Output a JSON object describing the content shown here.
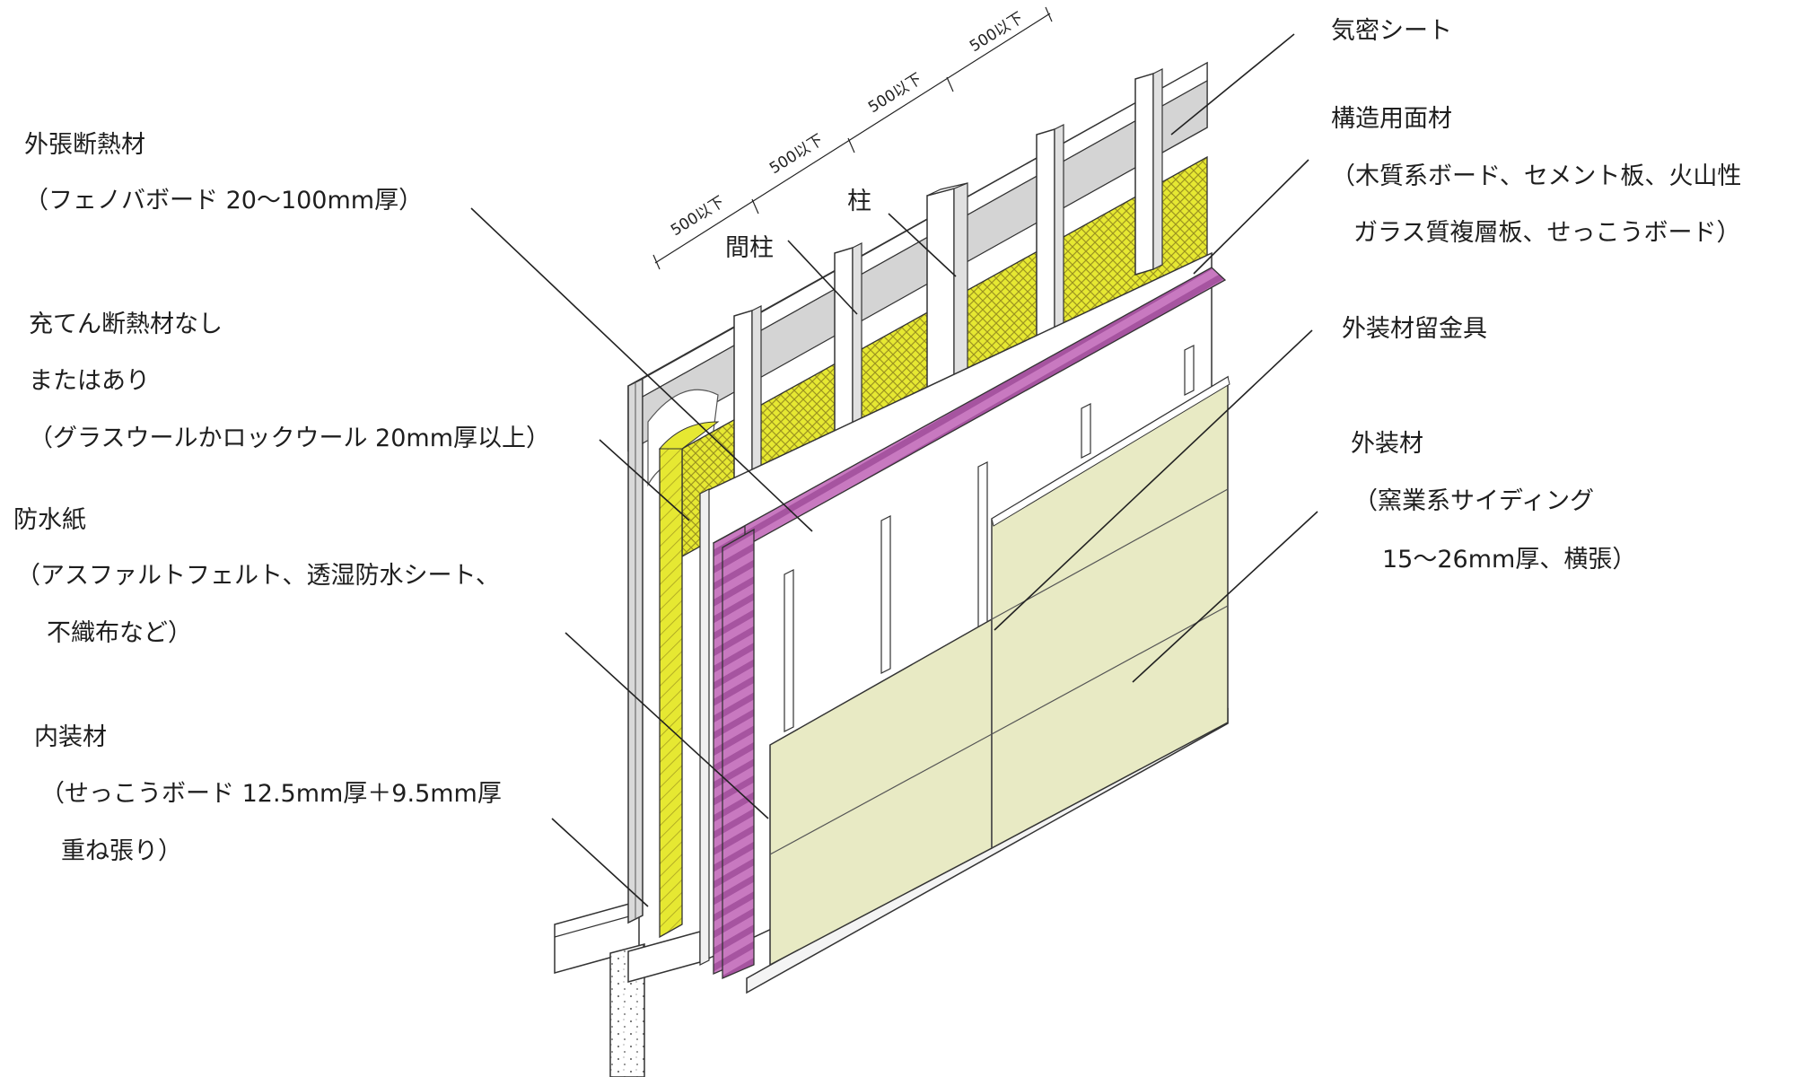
{
  "labels": {
    "airtight_sheet": "気密シート",
    "structural_panel": {
      "title": "構造用面材",
      "detail_1": "（木質系ボード、セメント板、火山性",
      "detail_2": "ガラス質複層板、せっこうボード）"
    },
    "cladding_fastener": "外装材留金具",
    "cladding": {
      "title": "外装材",
      "detail_1": "（窯業系サイディング",
      "detail_2": "15～26mm厚、横張）"
    },
    "exterior_insulation": {
      "title": "外張断熱材",
      "detail": "（フェノバボード 20～100mm厚）"
    },
    "cavity_insulation": {
      "title_1": "充てん断熱材なし",
      "title_2": "またはあり",
      "detail": "（グラスウールかロックウール 20mm厚以上）"
    },
    "waterproof_paper": {
      "title": "防水紙",
      "detail_1": "（アスファルトフェルト、透湿防水シート、",
      "detail_2": "不織布など）"
    },
    "interior_finish": {
      "title": "内装材",
      "detail_1": "（せっこうボード 12.5mm厚＋9.5mm厚",
      "detail_2": "重ね張り）"
    },
    "post": "柱",
    "stud": "間柱"
  },
  "spacing_dims": [
    "500以下",
    "500以下",
    "500以下",
    "500以下"
  ],
  "colors": {
    "insulation_yellow": "#e6e832",
    "waterproof_pink": "#c879c0",
    "siding": "#e8eac4",
    "drywall_gray": "#d9d9d9",
    "frame": "#ffffff"
  }
}
